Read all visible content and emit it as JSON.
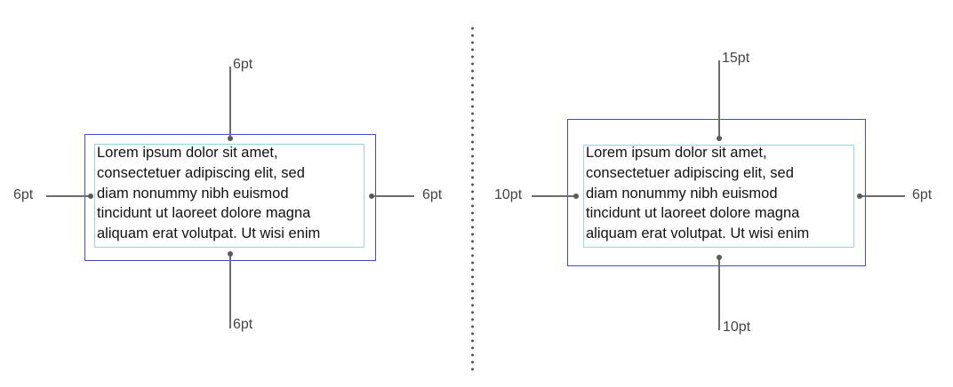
{
  "diagrams": [
    {
      "sample_text": "Lorem ipsum dolor sit amet,\nconsectetuer adipiscing elit, sed\ndiam nonummy nibh euismod\ntincidunt ut laoreet dolore magna\naliquam erat volutpat. Ut wisi enim",
      "labels": {
        "top": "6pt",
        "bottom": "6pt",
        "left": "6pt",
        "right": "6pt"
      }
    },
    {
      "sample_text": "Lorem ipsum dolor sit amet,\nconsectetuer adipiscing elit, sed\ndiam nonummy nibh euismod\ntincidunt ut laoreet dolore magna\naliquam erat volutpat. Ut wisi enim",
      "labels": {
        "top": "15pt",
        "bottom": "10pt",
        "left": "10pt",
        "right": "6pt"
      }
    }
  ],
  "colors": {
    "outer_border": "#3b4fd0",
    "inner_border": "#9fd2ea",
    "callout_line": "#6d6d6d"
  }
}
